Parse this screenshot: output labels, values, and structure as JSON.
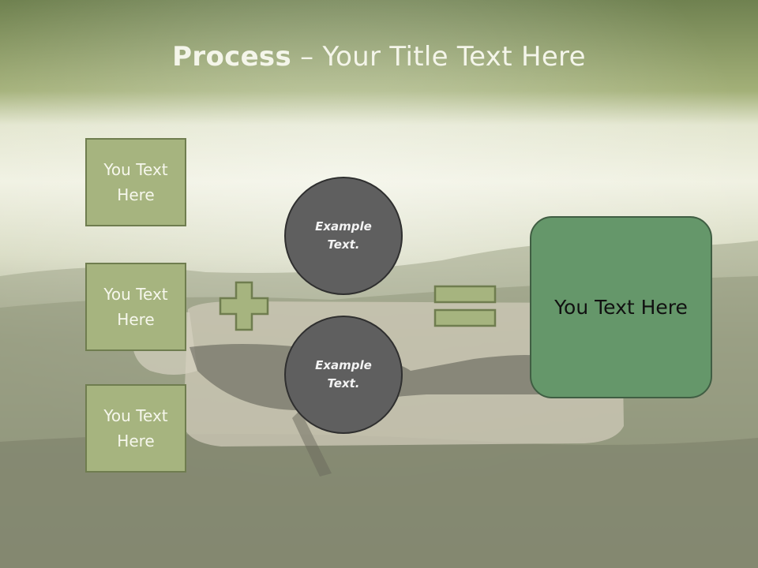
{
  "title": {
    "bold": "Process",
    "rest": " – Your Title Text Here"
  },
  "steps": [
    {
      "label": "You Text\nHere"
    },
    {
      "label": "You Text\nHere"
    },
    {
      "label": "You Text\nHere"
    }
  ],
  "circles": [
    {
      "label": "Example\nText."
    },
    {
      "label": "Example\nText."
    }
  ],
  "result": {
    "label": "You Text Here"
  },
  "icons": {
    "plus": "plus-icon",
    "equals": "equals-icon"
  },
  "colors": {
    "header": "#7d8e57",
    "step_box": "#a6b47f",
    "circle": "#5f5f5f",
    "result_box": "#65976a"
  }
}
